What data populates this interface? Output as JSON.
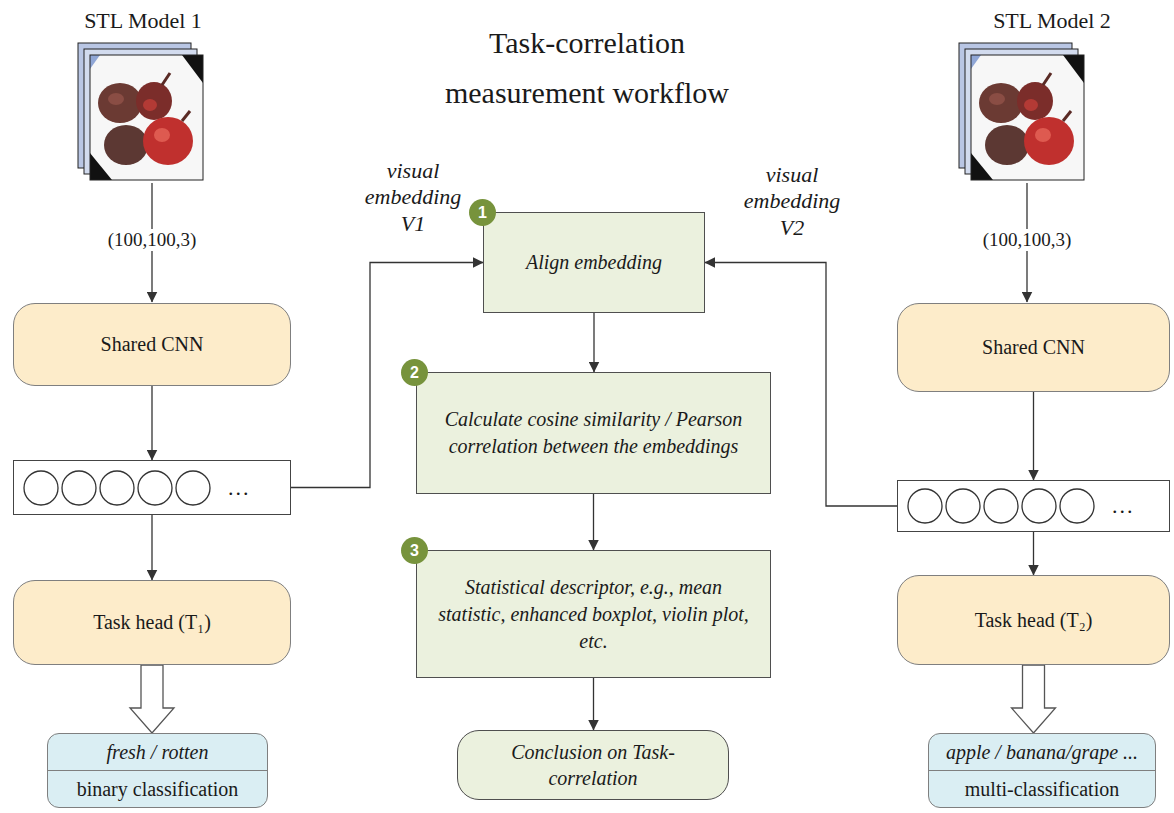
{
  "diagram": {
    "title": "Task-correlation measurement workflow",
    "nodes": [
      {
        "text": [
          "Shared CNN"
        ]
      },
      {
        "text": [
          "..."
        ]
      },
      {
        "text": [
          "Task head (T₁)"
        ]
      },
      {
        "text": [
          "fresh / rotten",
          "binary classification"
        ]
      },
      {
        "text": [
          "1"
        ]
      },
      {
        "text": [
          "Align embedding"
        ]
      },
      {
        "text": [
          "2"
        ]
      },
      {
        "text": [
          "Calculate cosine similarity / Pearson correlation between the embeddings"
        ]
      },
      {
        "text": [
          "3"
        ]
      },
      {
        "text": [
          "Statistical descriptor, e.g., mean statistic, enhanced boxplot, violin plot, etc."
        ]
      },
      {
        "text": [
          "Conclusion on Task-correlation"
        ]
      },
      {
        "text": [
          "Shared CNN"
        ]
      },
      {
        "text": [
          "..."
        ]
      },
      {
        "text": [
          "Task head (T₂)"
        ]
      },
      {
        "text": [
          "apple / banana/grape ...",
          "multi-classification"
        ]
      }
    ],
    "edges": [
      {
        "from": 0,
        "to": 1,
        "arrow": "to"
      },
      {
        "from": 1,
        "to": 2,
        "arrow": "to"
      },
      {
        "from": 2,
        "to": 3,
        "arrow": "to"
      },
      {
        "from": 1,
        "to": 5,
        "arrow": "to",
        "label": "visual embedding V1"
      },
      {
        "from": 12,
        "to": 5,
        "arrow": "to",
        "label": "visual embedding V2"
      },
      {
        "from": 5,
        "to": 7,
        "arrow": "to"
      },
      {
        "from": 7,
        "to": 9,
        "arrow": "to"
      },
      {
        "from": 9,
        "to": 10,
        "arrow": "to"
      },
      {
        "from": 11,
        "to": 12,
        "arrow": "to"
      },
      {
        "from": 12,
        "to": 13,
        "arrow": "to"
      },
      {
        "from": 13,
        "to": 14,
        "arrow": "to"
      }
    ],
    "labels": [
      "STL Model 1",
      "STL Model 2",
      "(100,100,3)",
      "(100,100,3)"
    ]
  }
}
